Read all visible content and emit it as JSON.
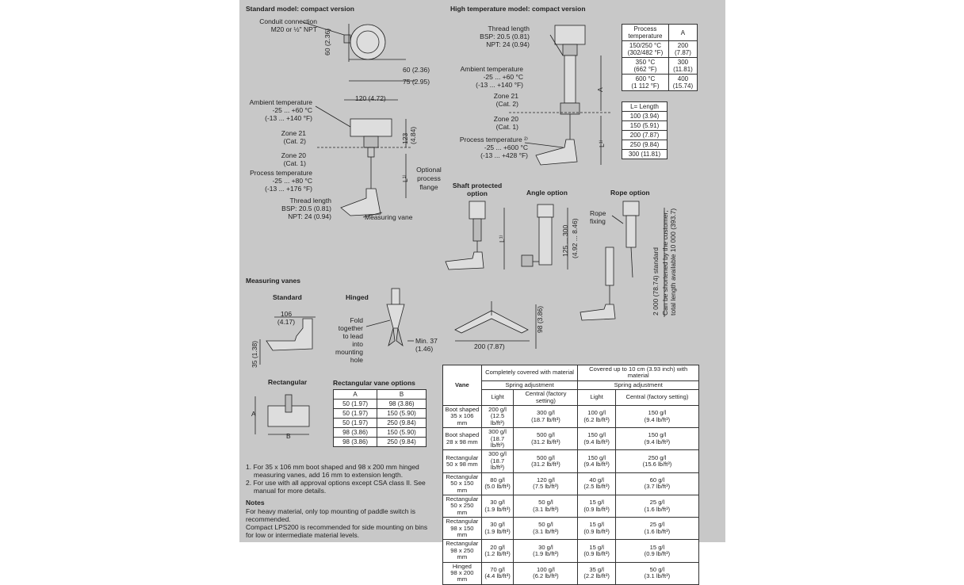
{
  "standard": {
    "title": "Standard model: compact version",
    "conduit_1": "Conduit connection",
    "conduit_2": "M20 or ½\" NPT",
    "dim_60_v": "60 (2.36)",
    "dim_60_h": "60 (2.36)",
    "dim_75": "75 (2.95)",
    "dim_120": "120 (4.72)",
    "dim_123": "123",
    "dim_123b": "(4.84)",
    "amb_1": "Ambient temperature",
    "amb_2": "-25 ... +60 °C",
    "amb_3": "(-13 ... +140 °F)",
    "z21_1": "Zone 21",
    "z21_2": "(Cat. 2)",
    "z20_1": "Zone 20",
    "z20_2": "(Cat. 1)",
    "proc_1": "Process temperature",
    "proc_2": "-25 ... +80 °C",
    "proc_3": "(-13 ... +176 °F)",
    "thr_1": "Thread length",
    "thr_2": "BSP: 20.5 (0.81)",
    "thr_3": "NPT: 24 (0.94)",
    "opt_1": "Optional",
    "opt_2": "process",
    "opt_3": "flange",
    "vane_label": "Measuring vane",
    "l1": "L¹⁾"
  },
  "hightemp": {
    "title": "High temperature model: compact version",
    "thr_1": "Thread length",
    "thr_2": "BSP: 20.5 (0.81)",
    "thr_3": "NPT: 24 (0.94)",
    "amb_1": "Ambient temperature",
    "amb_2": "-25 ... +60 °C",
    "amb_3": "(-13 ... +140 °F)",
    "z21_1": "Zone 21",
    "z21_2": "(Cat. 2)",
    "z20_1": "Zone 20",
    "z20_2": "(Cat. 1)",
    "proc_1": "Process temperature ²⁾",
    "proc_2": "-25 ... +600 °C",
    "proc_3": "(-13 ... +428 °F)",
    "a": "A",
    "l1": "L¹⁾",
    "pt_head_1": "Process",
    "pt_head_2": "temperature",
    "pt_head_a": "A",
    "pt_rows": [
      [
        "150/250 °C",
        "(302/482 °F)",
        "200",
        "(7.87)"
      ],
      [
        "350 °C",
        "(662 °F)",
        "300",
        "(11.81)"
      ],
      [
        "600 °C",
        "(1 112 °F)",
        "400",
        "(15.74)"
      ]
    ],
    "len_head": "L= Length",
    "len_rows": [
      "100 (3.94)",
      "150 (5.91)",
      "200 (7.87)",
      "250 (9.84)",
      "300 (11.81)"
    ]
  },
  "options": {
    "shaft_1": "Shaft protected",
    "shaft_2": "option",
    "angle": "Angle option",
    "rope": "Rope option",
    "rope_fix_1": "Rope",
    "rope_fix_2": "fixing",
    "angle_dim_1": "125 ... 300",
    "angle_dim_2": "(4.92 ... 8.46)",
    "rope_dim_1": "2 000 (78.74) standard",
    "rope_dim_2": "Can be shortened by the customer;",
    "rope_dim_3": "total length available 10 000 (393.7)",
    "dim_98": "98 (3.86)",
    "dim_200": "200 (7.87)",
    "l1": "L¹⁾"
  },
  "vanes": {
    "title": "Measuring vanes",
    "standard": "Standard",
    "hinged": "Hinged",
    "dim_106": "106",
    "dim_106b": "(4.17)",
    "dim_35": "35 (1.38)",
    "fold_1": "Fold",
    "fold_2": "together",
    "fold_3": "to lead",
    "fold_4": "into",
    "fold_5": "mounting",
    "fold_6": "hole",
    "min_1": "Min. 37",
    "min_2": "(1.46)",
    "rect": "Rectangular",
    "a": "A",
    "b": "B",
    "rect_options_title": "Rectangular vane options",
    "rect_head": [
      "A",
      "B"
    ],
    "rect_rows": [
      [
        "50 (1.97)",
        "98 (3.86)"
      ],
      [
        "50 (1.97)",
        "150 (5.90)"
      ],
      [
        "50 (1.97)",
        "250 (9.84)"
      ],
      [
        "98 (3.86)",
        "150 (5.90)"
      ],
      [
        "98 (3.86)",
        "250 (9.84)"
      ]
    ]
  },
  "footnotes": {
    "n1a": "1. For 35 x 106 mm boot shaped and 98 x 200 mm hinged",
    "n1b": "measuring vanes, add 16 mm to extension length.",
    "n2a": "2. For use with all approval options except CSA class II. See",
    "n2b": "manual for more details.",
    "notes_title": "Notes",
    "note1a": "For heavy material, only top mounting of paddle switch is",
    "note1b": "recommended.",
    "note2a": "Compact LPS200 is recommended for side mounting on bins",
    "note2b": "for low or intermediate material levels."
  },
  "spring_table": {
    "vane": "Vane",
    "col1": "Completely covered with material",
    "col2": "Covered up to 10 cm (3.93 inch) with material",
    "spring": "Spring adjustment",
    "light": "Light",
    "central": "Central (factory setting)",
    "rows": [
      [
        "Boot shaped",
        "35 x 106 mm",
        "200 g/l",
        "(12.5 lb/ft³)",
        "300 g/l",
        "(18.7 lb/ft³)",
        "100 g/l",
        "(6.2 lb/ft³)",
        "150 g/l",
        "(9.4 lb/ft³)"
      ],
      [
        "Boot shaped",
        "28 x 98 mm",
        "300 g/l",
        "(18.7 lb/ft³)",
        "500 g/l",
        "(31.2 lb/ft³)",
        "150 g/l",
        "(9.4 lb/ft³)",
        "150 g/l",
        "(9.4 lb/ft³)"
      ],
      [
        "Rectangular",
        "50 x 98 mm",
        "300 g/l",
        "(18.7 lb/ft³)",
        "500 g/l",
        "(31.2 lb/ft³)",
        "150 g/l",
        "(9.4 lb/ft³)",
        "250 g/l",
        "(15.6 lb/ft³)"
      ],
      [
        "Rectangular",
        "50 x 150 mm",
        "80 g/l",
        "(5.0 lb/ft³)",
        "120 g/l",
        "(7.5 lb/ft³)",
        "40 g/l",
        "(2.5 lb/ft³)",
        "60 g/l",
        "(3.7 lb/ft³)"
      ],
      [
        "Rectangular",
        "50 x 250 mm",
        "30 g/l",
        "(1.9 lb/ft³)",
        "50 g/l",
        "(3.1 lb/ft³)",
        "15 g/l",
        "(0.9 lb/ft³)",
        "25 g/l",
        "(1.6 lb/ft³)"
      ],
      [
        "Rectangular",
        "98 x 150 mm",
        "30 g/l",
        "(1.9 lb/ft³)",
        "50 g/l",
        "(3.1 lb/ft³)",
        "15 g/l",
        "(0.9 lb/ft³)",
        "25 g/l",
        "(1.6 lb/ft³)"
      ],
      [
        "Rectangular",
        "98 x 250 mm",
        "20 g/l",
        "(1.2 lb/ft³)",
        "30 g/l",
        "(1.9 lb/ft³)",
        "15 g/l",
        "(0.9 lb/ft³)",
        "15 g/l",
        "(0.9 lb/ft³)"
      ],
      [
        "Hinged",
        "98 x 200 mm",
        "70 g/l",
        "(4.4 lb/ft³)",
        "100 g/l",
        "(6.2 lb/ft³)",
        "35 g/l",
        "(2.2 lb/ft³)",
        "50 g/l",
        "(3.1 lb/ft³)"
      ]
    ]
  }
}
